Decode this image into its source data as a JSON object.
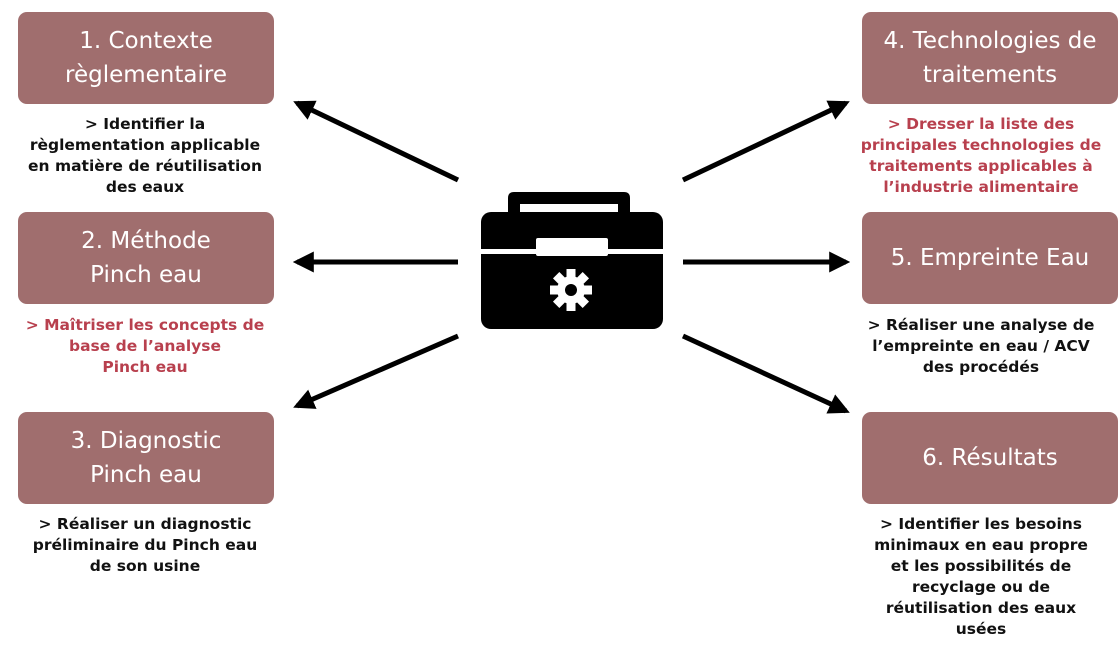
{
  "colors": {
    "box_fill": "#a06e6e",
    "box_text": "#ffffff",
    "desc_text": "#111111",
    "accent_text": "#b8404e",
    "arrow": "#000000",
    "toolbox": "#000000"
  },
  "center_icon": "toolbox-gear-icon",
  "steps": [
    {
      "title_lines": [
        "1. Contexte",
        "règlementaire"
      ],
      "desc_lines": [
        "> Identifier la",
        "règlementation applicable",
        "en matière de réutilisation",
        "des eaux"
      ],
      "desc_accent": false
    },
    {
      "title_lines": [
        "2. Méthode",
        "Pinch eau"
      ],
      "desc_lines": [
        "> Maîtriser les concepts de",
        "base de l’analyse",
        "Pinch eau"
      ],
      "desc_accent": true
    },
    {
      "title_lines": [
        "3. Diagnostic",
        "Pinch eau"
      ],
      "desc_lines": [
        "> Réaliser un diagnostic",
        "préliminaire du Pinch eau",
        "de son usine"
      ],
      "desc_accent": false
    },
    {
      "title_lines": [
        "4. Technologies de",
        "traitements"
      ],
      "desc_lines": [
        "> Dresser la liste des",
        "principales technologies de",
        "traitements applicables à",
        "l’industrie alimentaire"
      ],
      "desc_accent": true
    },
    {
      "title_lines": [
        "5. Empreinte Eau"
      ],
      "desc_lines": [
        "> Réaliser une analyse de",
        "l’empreinte en eau / ACV",
        "des procédés"
      ],
      "desc_accent": false
    },
    {
      "title_lines": [
        "6. Résultats"
      ],
      "desc_lines": [
        "> Identifier les besoins",
        "minimaux en eau propre",
        "et les possibilités de",
        "recyclage ou de",
        "réutilisation des eaux",
        "usées"
      ],
      "desc_accent": false
    }
  ]
}
